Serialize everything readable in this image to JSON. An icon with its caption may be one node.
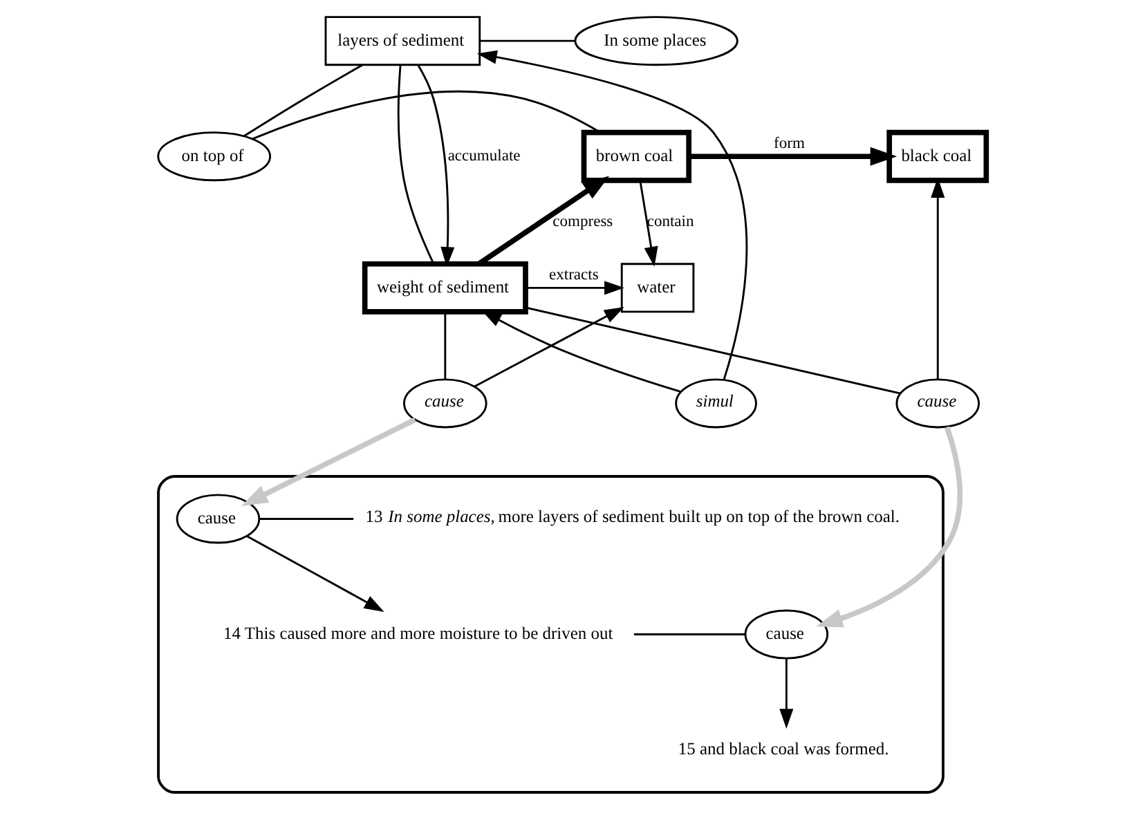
{
  "diagram": {
    "nodes": [
      {
        "text": [
          "layers of sediment"
        ]
      },
      {
        "text": [
          "In some places"
        ]
      },
      {
        "text": [
          "on top of"
        ]
      },
      {
        "text": [
          "brown coal"
        ]
      },
      {
        "text": [
          "black coal"
        ]
      },
      {
        "text": [
          "simul"
        ]
      },
      {
        "text": [
          "cause"
        ]
      },
      {
        "text": [
          "weight of sediment"
        ]
      },
      {
        "text": [
          "water"
        ]
      },
      {
        "text": [
          "cause"
        ]
      },
      {
        "text": [],
        "shape": "box"
      },
      {
        "text": [
          "13 *In some places,* more layers of sediment built up on top of the brown coal."
        ],
        "in": 10
      },
      {
        "text": [
          "14 This caused more and more moisture to be driven out"
        ],
        "in": 10
      },
      {
        "text": [
          "15 and black coal was formed."
        ],
        "in": 10
      },
      {
        "text": [
          "cause"
        ],
        "in": 10
      },
      {
        "text": [
          "cause"
        ],
        "in": 10
      }
    ],
    "edges": [
      {
        "from": 0,
        "to": 7,
        "arrow": "none"
      },
      {
        "from": 0,
        "to": 7,
        "arrow": "to",
        "label": "accumulate"
      },
      {
        "from": 0,
        "to": 1,
        "arrow": "none"
      },
      {
        "from": 0,
        "to": 2,
        "arrow": "none"
      },
      {
        "from": 2,
        "to": 3,
        "arrow": "none"
      },
      {
        "from": 5,
        "to": 0,
        "arrow": "to"
      },
      {
        "from": 5,
        "to": 7,
        "arrow": "to"
      },
      {
        "from": 7,
        "to": 3,
        "arrow": "to",
        "label": "compress",
        "style": "thick"
      },
      {
        "from": 7,
        "to": 6,
        "arrow": "none"
      },
      {
        "from": 6,
        "to": 8,
        "arrow": "to"
      },
      {
        "from": 7,
        "to": 8,
        "arrow": "to",
        "label": "extracts"
      },
      {
        "from": 3,
        "to": 8,
        "arrow": "to",
        "label": "contain"
      },
      {
        "from": 3,
        "to": 4,
        "arrow": "to",
        "label": "form",
        "style": "thick"
      },
      {
        "from": 7,
        "to": 9,
        "arrow": "none"
      },
      {
        "from": 9,
        "to": 4,
        "arrow": "to"
      },
      {
        "from": 6,
        "to": 14,
        "arrow": "to",
        "style": "thick",
        "color": "#c8c8c8"
      },
      {
        "from": 9,
        "to": 15,
        "arrow": "to",
        "style": "thick",
        "color": "#c8c8c8"
      },
      {
        "from": 14,
        "to": 11,
        "arrow": "none"
      },
      {
        "from": 14,
        "to": 12,
        "arrow": "to"
      },
      {
        "from": 15,
        "to": 12,
        "arrow": "none"
      },
      {
        "from": 15,
        "to": 13,
        "arrow": "to"
      }
    ]
  }
}
